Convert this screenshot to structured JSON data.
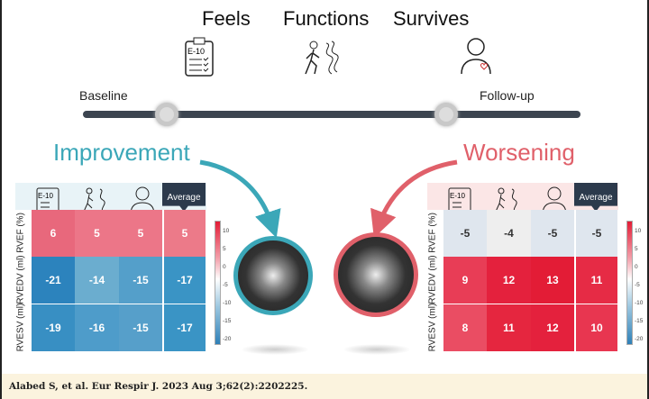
{
  "titles": {
    "feels": "Feels",
    "functions": "Functions",
    "survives": "Survives"
  },
  "timeline": {
    "baseline": "Baseline",
    "followup": "Follow-up"
  },
  "improvement": {
    "label": "Improvement",
    "color": "#3ba7b8",
    "rows": [
      "RVEF (%)",
      "RVEDV (ml)",
      "RVESV (ml)"
    ],
    "values": [
      [
        6,
        5,
        5,
        5
      ],
      [
        -21,
        -14,
        -15,
        -17
      ],
      [
        -19,
        -16,
        -15,
        -17
      ]
    ],
    "colors": [
      [
        "#e8687c",
        "#ec7688",
        "#ec7688",
        "#ec7a89"
      ],
      [
        "#2c83bd",
        "#6badcf",
        "#549fca",
        "#3a94c5"
      ],
      [
        "#388fc3",
        "#4e9cca",
        "#569fca",
        "#3a94c5"
      ]
    ]
  },
  "worsening": {
    "label": "Worsening",
    "color": "#e0606a",
    "rows": [
      "RVEF (%)",
      "RVEDV (ml)",
      "RVESV (ml)"
    ],
    "values": [
      [
        -5,
        -4,
        -5,
        -5
      ],
      [
        9,
        12,
        13,
        11
      ],
      [
        8,
        11,
        12,
        10
      ]
    ],
    "colors": [
      [
        "#dfe6ee",
        "#eeeeee",
        "#dfe6ee",
        "#dfe6ee"
      ],
      [
        "#e83d56",
        "#e4213d",
        "#e31c36",
        "#e62b45"
      ],
      [
        "#ea4d63",
        "#e5263f",
        "#e4213d",
        "#e83650"
      ]
    ]
  },
  "header": {
    "e10": "E-10",
    "average": "Average"
  },
  "colorbar": {
    "ticks": [
      "10",
      "5",
      "0",
      "-5",
      "-10",
      "-15",
      "-20"
    ]
  },
  "caption": "Alabed S, et al. Eur Respir J. 2023 Aug 3;62(2):2202225."
}
